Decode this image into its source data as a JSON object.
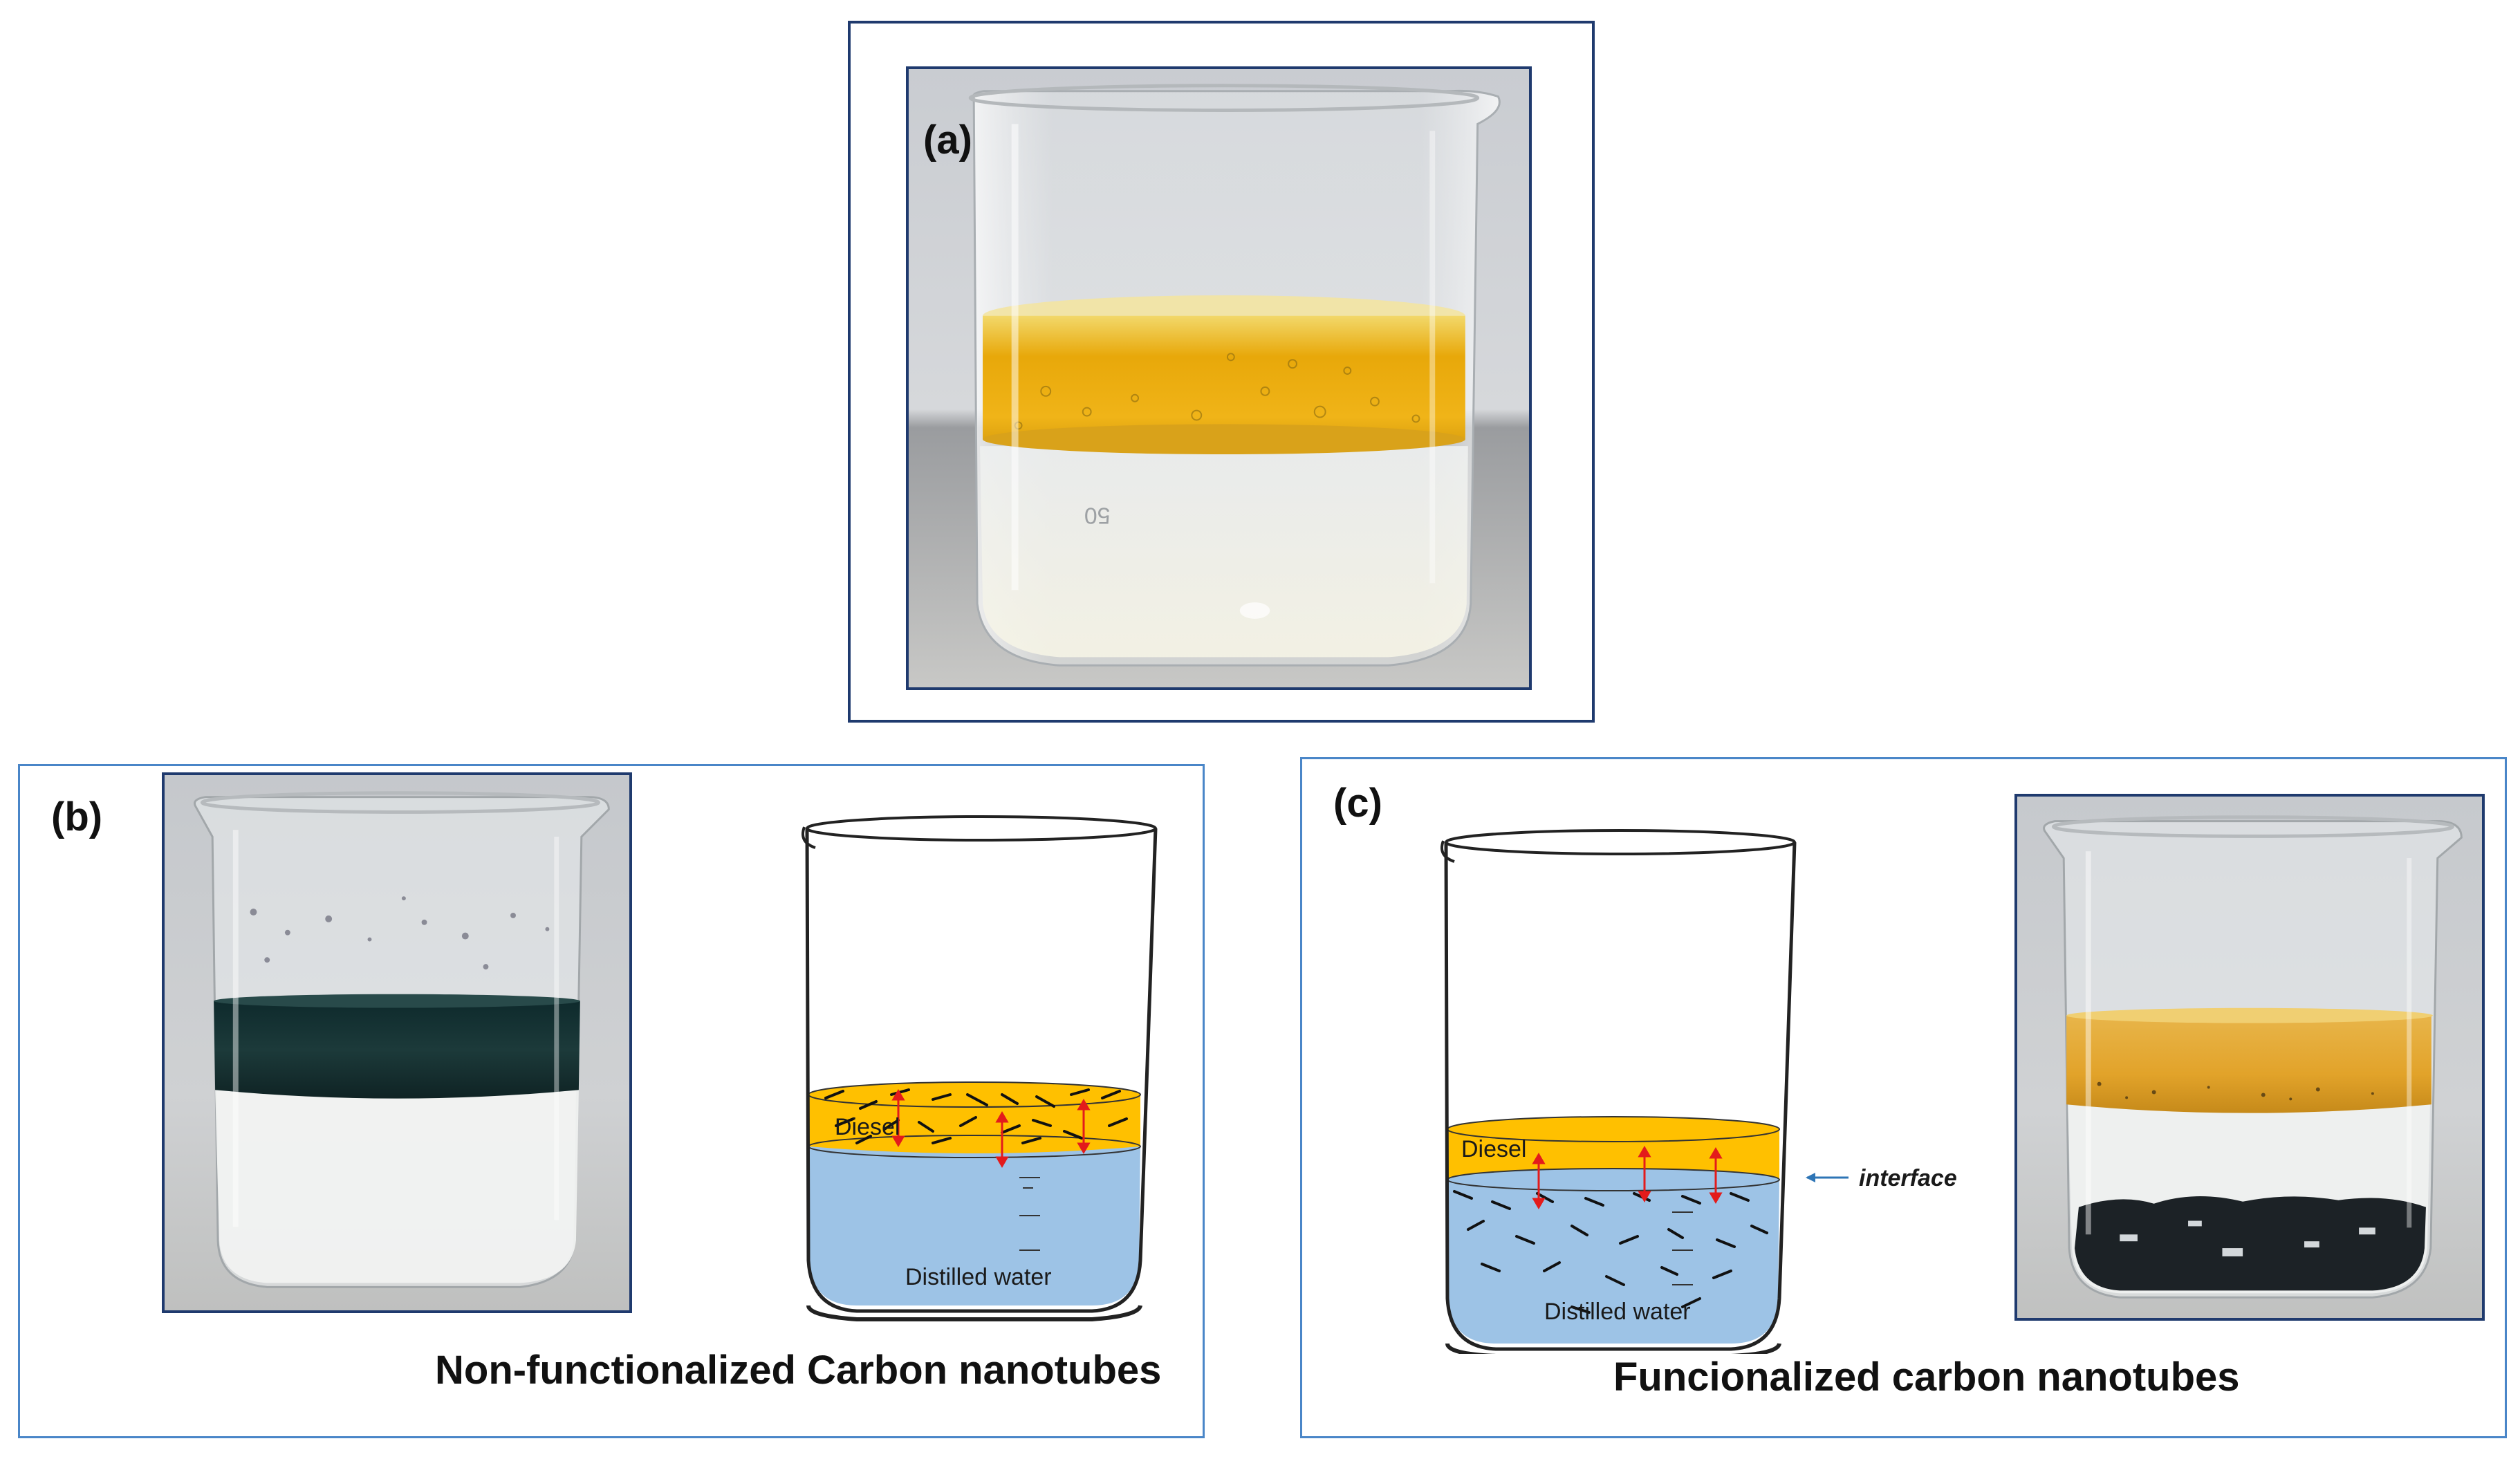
{
  "panels": {
    "a": {
      "letter": "(a)"
    },
    "b": {
      "letter": "(b)",
      "caption": "Non-functionalized Carbon nanotubes",
      "diesel_label": "Diesel",
      "water_label": "Distilled water"
    },
    "c": {
      "letter": "(c)",
      "caption": "Funcionalized carbon nanotubes",
      "diesel_label": "Diesel",
      "water_label": "Distilled water",
      "interface_label": "interface"
    }
  },
  "photo_marking": "50",
  "colors": {
    "diesel": "#ffc000",
    "water": "#9dc3e6",
    "arrow": "#e31b1b",
    "panel_border_a": "#1f3a6e",
    "panel_border_bc": "#4a86c8",
    "interface_arrow": "#2e75b6"
  }
}
